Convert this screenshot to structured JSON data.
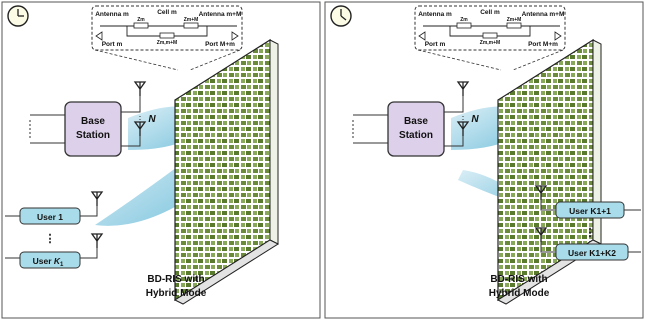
{
  "panels": [
    {
      "id": "left",
      "base_station": {
        "line1": "Base",
        "line2": "Station",
        "antenna_count": "N"
      },
      "users": [
        {
          "prefix": "User ",
          "var": "1",
          "sub": ""
        },
        {
          "prefix": "User ",
          "var": "K",
          "sub": "1"
        }
      ],
      "ris_label": {
        "line1": "BD-RIS with",
        "line2": "Hybrid Mode"
      }
    },
    {
      "id": "right",
      "base_station": {
        "line1": "Base",
        "line2": "Station",
        "antenna_count": "N"
      },
      "users": [
        {
          "text": "User K1+1"
        },
        {
          "text": "User K1+K2"
        }
      ],
      "ris_label": {
        "line1": "BD-RIS with",
        "line2": "Hybrid Mode"
      }
    }
  ],
  "circuit": {
    "antenna_m": "Antenna m",
    "cell_m": "Cell m",
    "antenna_mM": "Antenna m+M",
    "port_m": "Port m",
    "port_Mm": "Port M+m",
    "z_m": "Zm",
    "z_mM": "Zm+M",
    "z_m_mM": "Zm,m+M"
  },
  "colors": {
    "base_station_fill": "#ddd0ea",
    "user_fill": "#a9dcea",
    "ris_element": "#6b8a3a",
    "beam": "#7cc6de",
    "panel_border": "#555555"
  }
}
